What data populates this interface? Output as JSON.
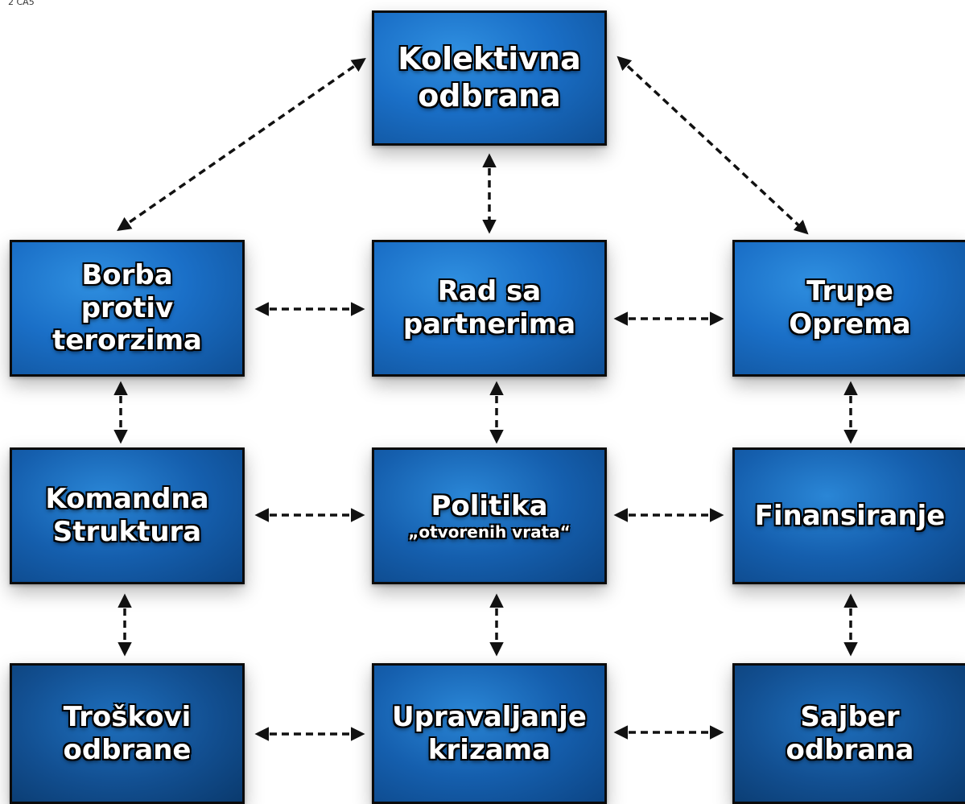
{
  "corner_text": "2 CA5",
  "nodes": {
    "kolektivna": {
      "line1": "Kolektivna",
      "line2": "odbrana"
    },
    "borba": {
      "line1": "Borba",
      "line2": "protiv",
      "line3": "terorzima"
    },
    "rad": {
      "line1": "Rad sa",
      "line2": "partnerima"
    },
    "trupe": {
      "line1": "Trupe",
      "line2": "Oprema"
    },
    "komandna": {
      "line1": "Komandna",
      "line2": "Struktura"
    },
    "politika": {
      "line1": "Politika",
      "line2": "„otvorenih vrata“"
    },
    "finansiranje": {
      "line1": "Finansiranje"
    },
    "troskovi": {
      "line1": "Troškovi",
      "line2": "odbrane"
    },
    "upravaljanje": {
      "line1": "Upravaljanje",
      "line2": "krizama"
    },
    "sajber": {
      "line1": "Sajber",
      "line2": "odbrana"
    }
  },
  "colors": {
    "box_light": "#1a6fc7",
    "box_dark": "#0c4585",
    "border": "#0b0b0b",
    "arrow": "#111111",
    "text": "#ffffff"
  }
}
